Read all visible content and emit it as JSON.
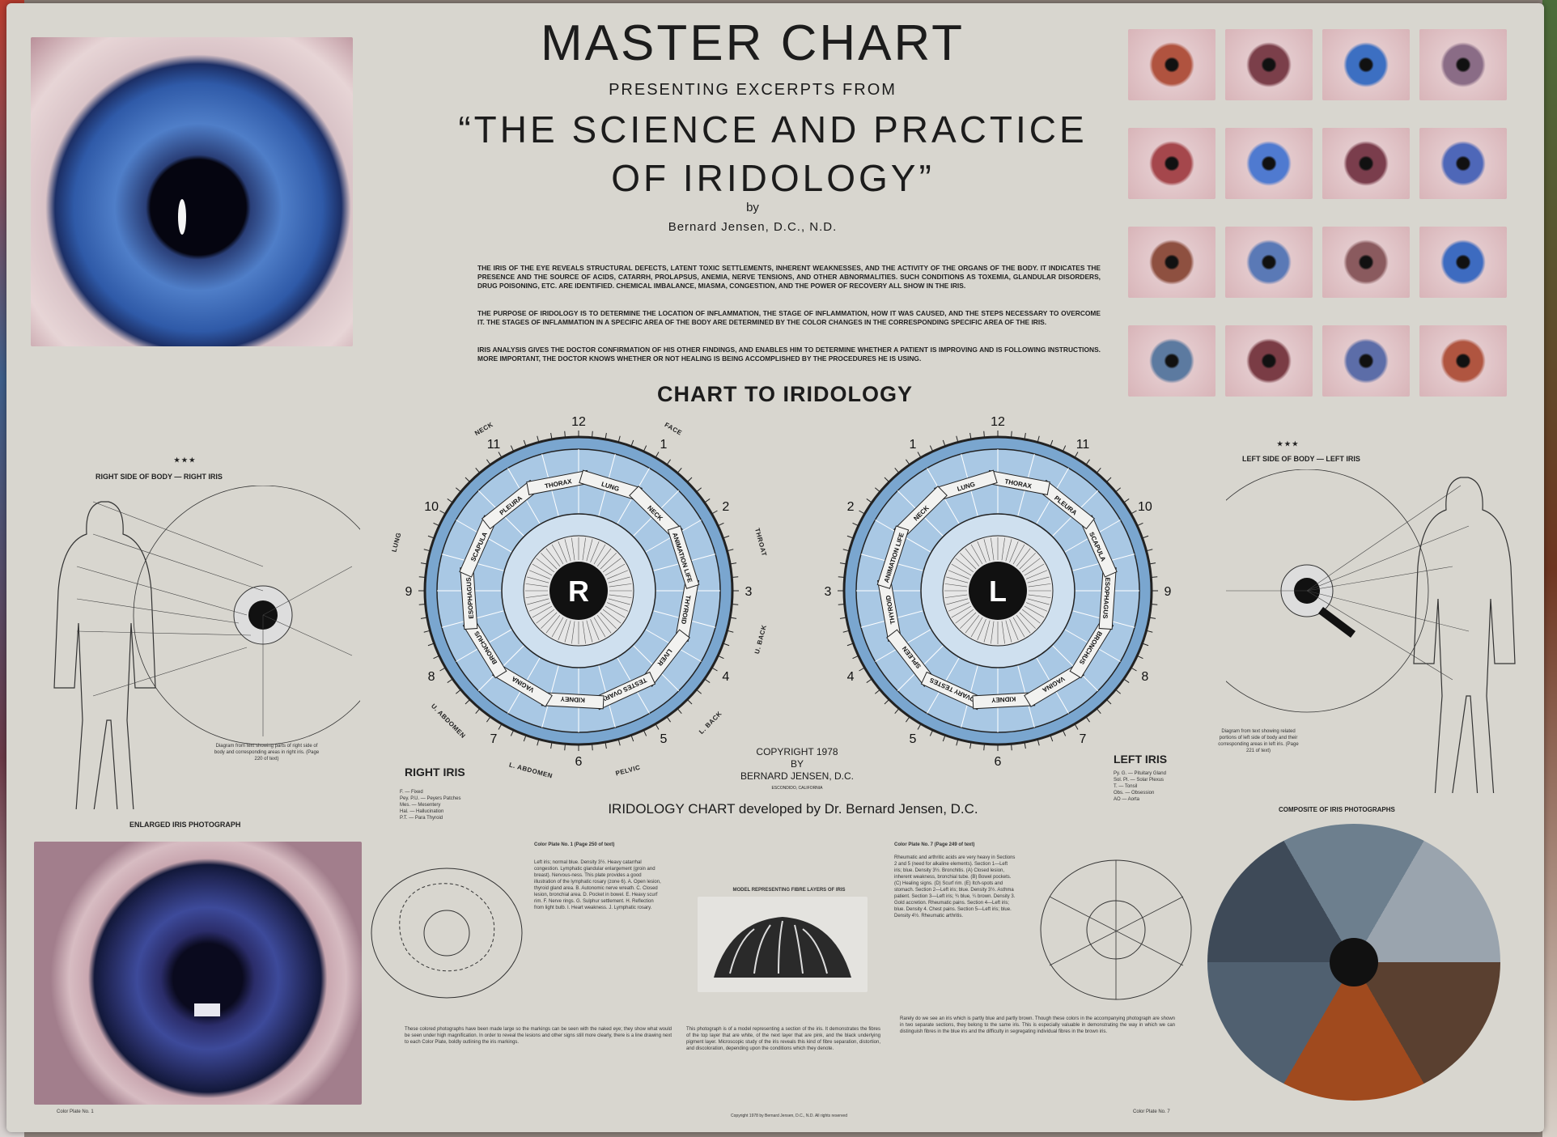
{
  "header": {
    "title": "MASTER CHART",
    "subtitle": "PRESENTING EXCERPTS FROM",
    "book_title_line1": "“THE SCIENCE AND PRACTICE",
    "book_title_line2": "OF IRIDOLOGY”",
    "by": "by",
    "author": "Bernard Jensen, D.C., N.D."
  },
  "intro": [
    "THE IRIS OF THE EYE REVEALS STRUCTURAL DEFECTS, LATENT TOXIC SETTLEMENTS, INHERENT WEAKNESSES, AND THE ACTIVITY OF THE ORGANS OF THE BODY. IT INDICATES THE PRESENCE AND THE SOURCE OF ACIDS, CATARRH, PROLAPSUS, ANEMIA, NERVE TENSIONS, AND OTHER ABNORMALITIES. SUCH CONDITIONS AS TOXEMIA, GLANDULAR DISORDERS, DRUG POISONING, ETC. ARE IDENTIFIED. CHEMICAL IMBALANCE, MIASMA, CONGESTION, AND THE POWER OF RECOVERY ALL SHOW IN THE IRIS.",
    "THE PURPOSE OF IRIDOLOGY IS TO DETERMINE THE LOCATION OF INFLAMMATION, THE STAGE OF INFLAMMATION, HOW IT WAS CAUSED, AND THE STEPS NECESSARY TO OVERCOME IT. THE STAGES OF INFLAMMATION IN A SPECIFIC AREA OF THE BODY ARE DETERMINED BY THE COLOR CHANGES IN THE CORRESPONDING SPECIFIC AREA OF THE IRIS.",
    "IRIS ANALYSIS GIVES THE DOCTOR CONFIRMATION OF HIS OTHER FINDINGS, AND ENABLES HIM TO DETERMINE WHETHER A PATIENT IS IMPROVING AND IS FOLLOWING INSTRUCTIONS. MORE IMPORTANT, THE DOCTOR KNOWS WHETHER OR NOT HEALING IS BEING ACCOMPLISHED BY THE PROCEDURES HE IS USING."
  ],
  "chart": {
    "title": "CHART TO IRIDOLOGY",
    "right_iris": {
      "letter": "R",
      "caption": "RIGHT IRIS",
      "organs": [
        "THYROID",
        "LIVER",
        "TESTES OVARY",
        "KIDNEY",
        "VAGINA",
        "BRONCHUS",
        "ESOPHAGUS",
        "SCAPULA",
        "PLEURA",
        "THORAX",
        "LUNG",
        "NECK",
        "ANIMATION LIFE"
      ]
    },
    "left_iris": {
      "letter": "L",
      "caption": "LEFT IRIS",
      "organs": [
        "THYROID",
        "SPLEEN",
        "OVARY TESTES",
        "KIDNEY",
        "VAGINA",
        "BRONCHUS",
        "ESOPHAGUS",
        "SCAPULA",
        "PLEURA",
        "THORAX",
        "LUNG",
        "NECK",
        "ANIMATION LIFE"
      ]
    },
    "clock": [
      "12",
      "1",
      "2",
      "3",
      "4",
      "5",
      "6",
      "7",
      "8",
      "9",
      "10",
      "11"
    ],
    "outer_labels": [
      "U. ABDOMEN",
      "L. ABDOMEN",
      "PELVIC",
      "L. BACK",
      "U. BACK",
      "THROAT",
      "LUNG",
      "FACE",
      "NECK"
    ],
    "copyright": [
      "COPYRIGHT 1978",
      "BY",
      "BERNARD JENSEN, D.C.",
      "ESCONDIDO, CALIFORNIA"
    ],
    "developed_by": "IRIDOLOGY CHART developed by Dr. Bernard Jensen, D.C."
  },
  "left_panel": {
    "stars": "★ ★ ★",
    "title": "RIGHT SIDE OF BODY — RIGHT IRIS",
    "caption": "Diagram from text showing parts of right side of body and corresponding areas in right iris. (Page 220 of text)",
    "legend": [
      "F. — Fixed",
      "Pey. P.U. — Peyers Patches",
      "Mes. — Mesentery",
      "Hal. — Hallucination",
      "P.T. — Para Thyroid"
    ]
  },
  "right_panel": {
    "stars": "★ ★ ★",
    "title": "LEFT SIDE OF BODY — LEFT IRIS",
    "caption": "Diagram from text showing related portions of left side of body and their corresponding areas in left iris. (Page 221 of text)",
    "legend": [
      "Py. G. — Pituitary Gland",
      "Sol. Pl. — Solar Plexus",
      "T. — Tonsil",
      "Obs. — Obsession",
      "AO — Aorta"
    ]
  },
  "bottom": {
    "enlarged_label": "ENLARGED IRIS PHOTOGRAPH",
    "composite_label": "COMPOSITE OF IRIS PHOTOGRAPHS",
    "model_label": "MODEL REPRESENTING FIBRE LAYERS OF IRIS",
    "plate1_heading": "Color Plate No. 1 (Page 250 of text)",
    "plate1_text": "Left iris; normal blue. Density 3½. Heavy catarrhal congestion. Lymphatic glandular enlargement (groin and breast). Nervous-ness. This plate provides a good illustration of the lymphatic rosary (zone 6). A. Open lesion, thyroid gland area. B. Autonomic nerve wreath. C. Closed lesion, bronchial area. D. Pocket in bowel. E. Heavy scurf rim. F. Nerve rings. G. Sulphur settlement. H. Reflection from light bulb. I. Heart weakness. J. Lymphatic rosary.",
    "plate7_heading": "Color Plate No. 7 (Page 249 of text)",
    "plate7_text": "Rheumatic and arthritic acids are very heavy in Sections 2 and 5 (need for alkaline elements). Section 1—Left iris; blue. Density 3½. Bronchitis. (A) Closed lesion, inherent weakness, bronchial tube. (B) Bowel pockets. (C) Healing signs. (D) Scurf rim. (E) Itch-spots and stomach. Section 2—Left iris; blue. Density 3½. Asthma patient. Section 3—Left iris; ¾ blue, ¼ brown. Density 3. Gold accretion. Rheumatic pains. Section 4—Left iris; blue. Density 4. Chest pains. Section 5—Left iris; blue. Density 4½. Rheumatic arthritis.",
    "photo_text": "These colored photographs have been made large so the markings can be seen with the naked eye; they show what would be seen under high magnification. In order to reveal the lesions and other signs still more clearly, there is a line drawing next to each Color Plate, boldly outlining the iris markings.",
    "model_text": "This photograph is of a model representing a section of the iris. It demonstrates the fibres of the top layer that are white, of the next layer that are pink, and the black underlying pigment layer. Microscopic study of the iris reveals this kind of fibre separation, distortion, and discoloration, depending upon the conditions which they denote.",
    "composite_text": "Rarely do we see an iris which is partly blue and partly brown. Though these colors in the accompanying photograph are shown in two separate sections, they belong to the same iris. This is especially valuable in demonstrating the way in which we can distinguish fibres in the blue iris and the difficulty in segregating individual fibres in the brown iris.",
    "plate_no_1": "Color Plate No. 1",
    "plate_no_7": "Color Plate No. 7",
    "footer_copyright": "Copyright 1978 by Bernard Jensen, D.C., N.D. All rights reserved"
  },
  "swatch_colors": [
    "#b0533f",
    "#7b3f4a",
    "#3c6fc2",
    "#8a6c86",
    "#a5474c",
    "#4f7ad0",
    "#7a3d4c",
    "#4e67b8",
    "#8e5040",
    "#5a79b6",
    "#8a5a5e",
    "#3d6bc0",
    "#5c7aa0",
    "#7a3c45",
    "#5c6da8",
    "#b05540"
  ]
}
